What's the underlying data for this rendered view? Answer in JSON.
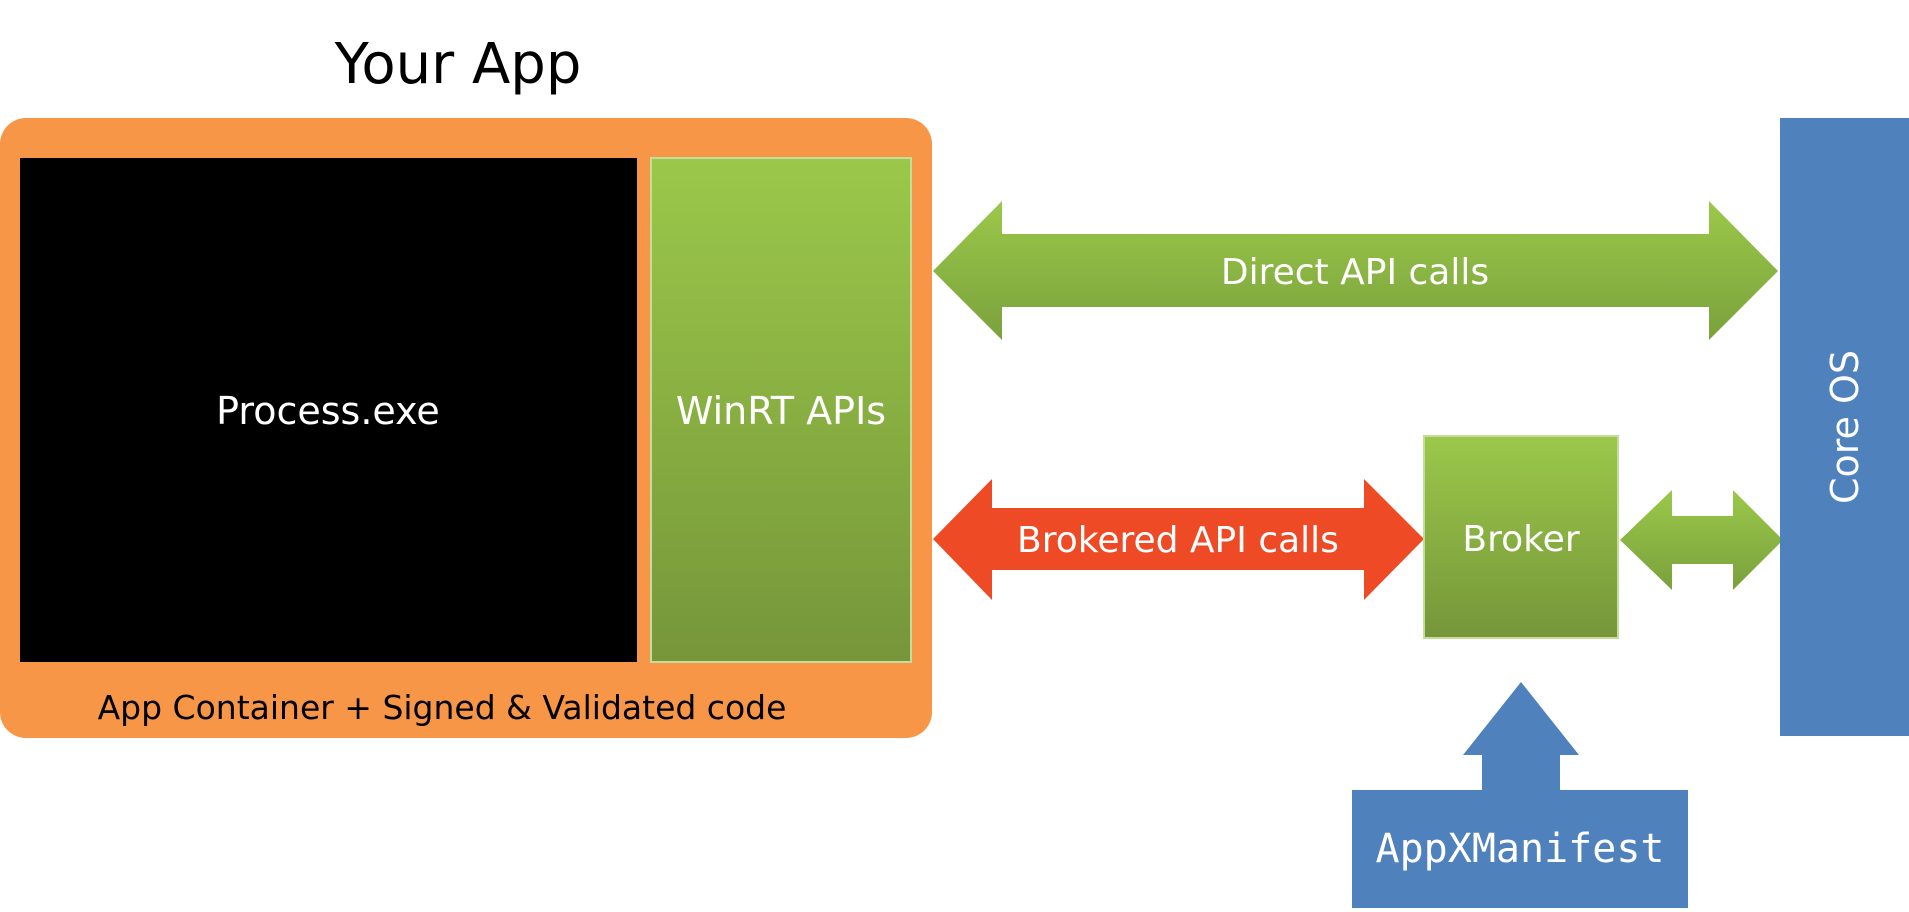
{
  "diagram": {
    "title": "Your App",
    "container_label": "App Container + Signed & Validated code",
    "process_label": "Process.exe",
    "winrt_label": "WinRT APIs",
    "direct_calls_label": "Direct API calls",
    "brokered_calls_label": "Brokered API calls",
    "broker_label": "Broker",
    "core_os_label": "Core OS",
    "manifest_label": "AppXManifest"
  },
  "colors": {
    "container": "#f79646",
    "process": "#000000",
    "green_top": "#9bc84a",
    "green_bottom": "#76963a",
    "red_arrow": "#ee4a26",
    "blue": "#4f81bd",
    "white_text": "#ffffff",
    "black_text": "#000000"
  }
}
